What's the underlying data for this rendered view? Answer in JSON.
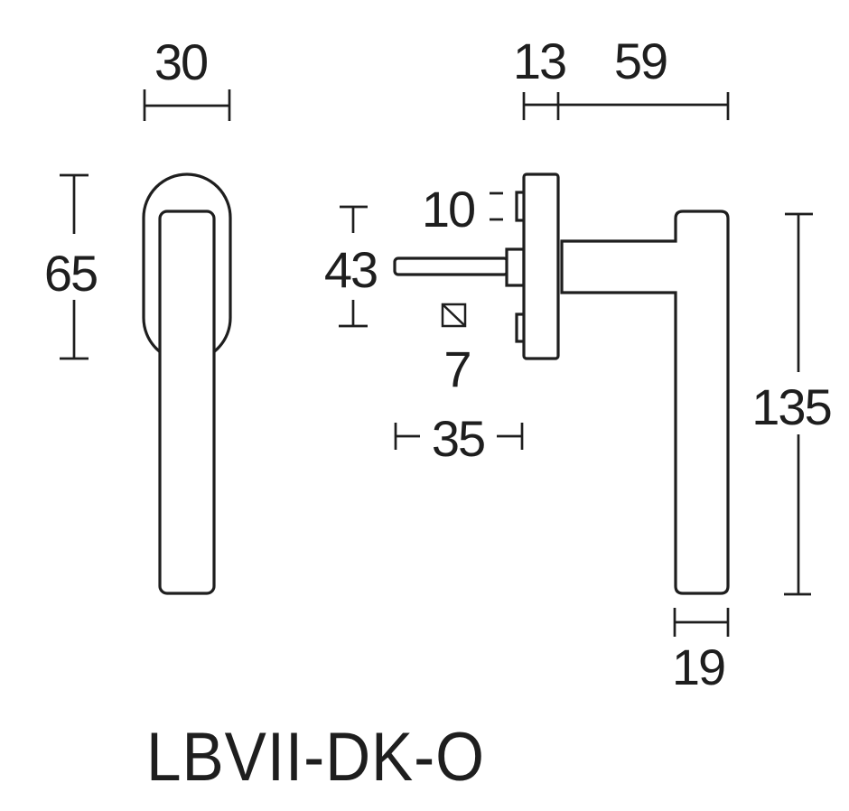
{
  "title": "LBVII-DK-O",
  "colors": {
    "ink": "#1e1e1e",
    "background": "#ffffff"
  },
  "dimensions": {
    "front_width": "30",
    "front_height": "65",
    "plate_offset": "13",
    "handle_depth": "59",
    "clip_height": "10",
    "spindle_height": "43",
    "square_size": "7",
    "spindle_length": "35",
    "handle_length": "135",
    "grip_thickness": "19"
  }
}
